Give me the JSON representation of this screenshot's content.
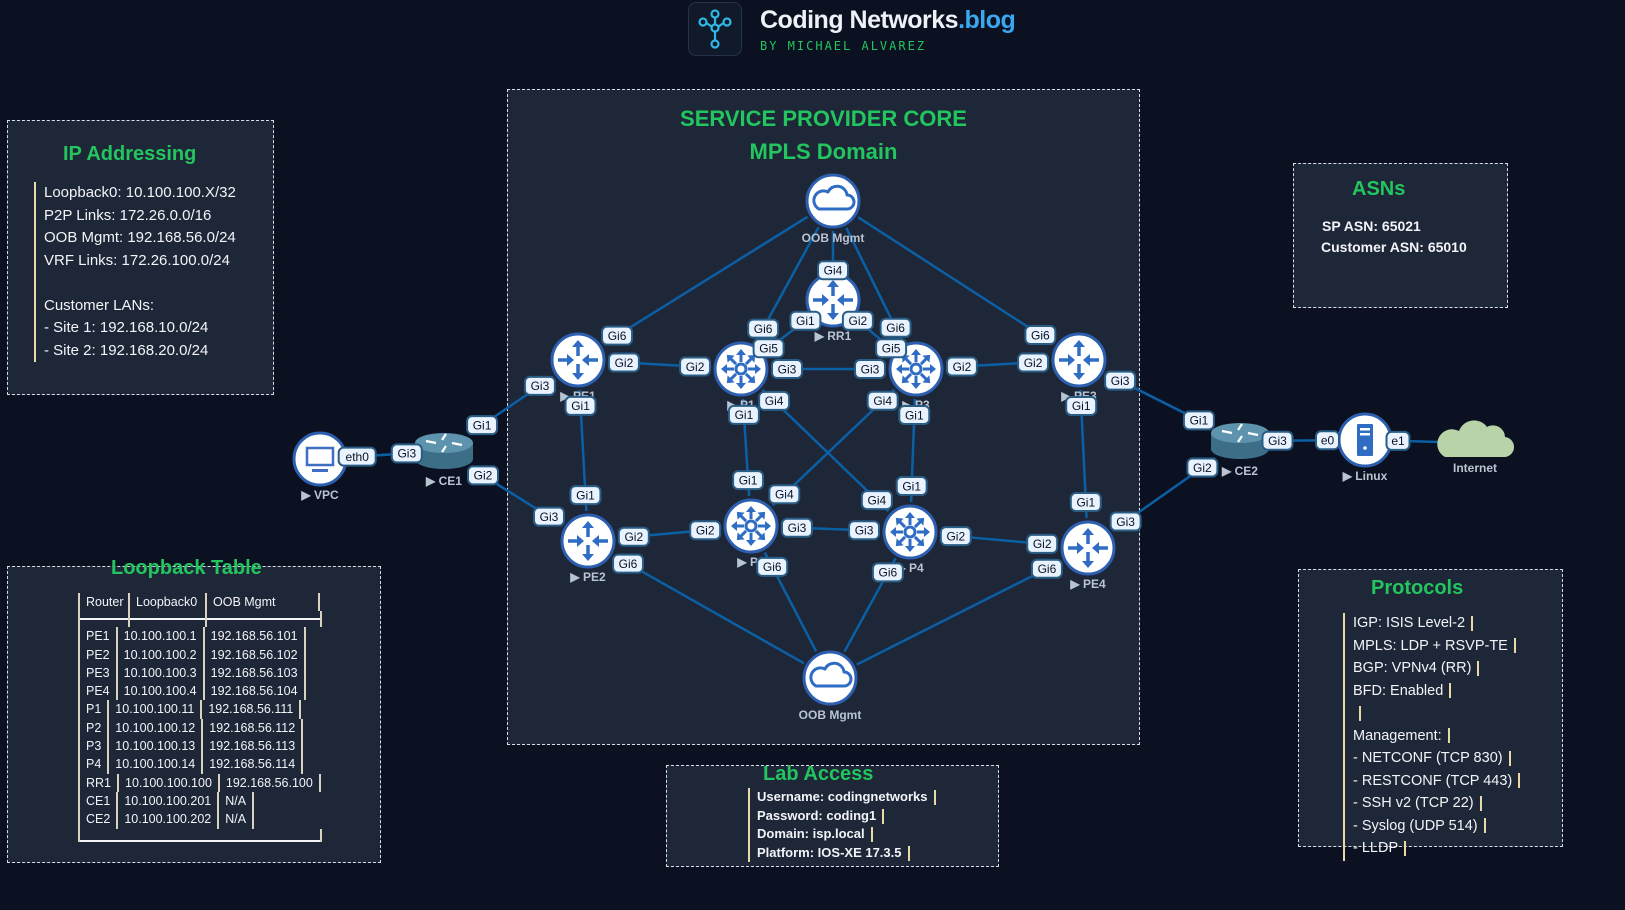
{
  "header": {
    "brand_main": "Coding Networks",
    "brand_suffix": ".blog",
    "byline": "BY MICHAEL ALVAREZ",
    "logo_icon": "network-topology-icon"
  },
  "ip_addressing": {
    "title": "IP Addressing",
    "lines": [
      "Loopback0: 10.100.100.X/32",
      "P2P Links: 172.26.0.0/16",
      "OOB Mgmt: 192.168.56.0/24",
      "VRF Links: 172.26.100.0/24",
      "",
      "Customer LANs:",
      "- Site 1: 192.168.10.0/24",
      "- Site 2: 192.168.20.0/24"
    ]
  },
  "loopback_table": {
    "title": "Loopback Table",
    "columns": [
      "Router",
      "Loopback0",
      "OOB Mgmt"
    ],
    "rows": [
      [
        "PE1",
        "10.100.100.1",
        "192.168.56.101"
      ],
      [
        "PE2",
        "10.100.100.2",
        "192.168.56.102"
      ],
      [
        "PE3",
        "10.100.100.3",
        "192.168.56.103"
      ],
      [
        "PE4",
        "10.100.100.4",
        "192.168.56.104"
      ],
      [
        "P1",
        "10.100.100.11",
        "192.168.56.111"
      ],
      [
        "P2",
        "10.100.100.12",
        "192.168.56.112"
      ],
      [
        "P3",
        "10.100.100.13",
        "192.168.56.113"
      ],
      [
        "P4",
        "10.100.100.14",
        "192.168.56.114"
      ],
      [
        "RR1",
        "10.100.100.100",
        "192.168.56.100"
      ],
      [
        "CE1",
        "10.100.100.201",
        "N/A"
      ],
      [
        "CE2",
        "10.100.100.202",
        "N/A"
      ]
    ]
  },
  "core": {
    "title": "SERVICE PROVIDER CORE",
    "subtitle": "MPLS Domain"
  },
  "asns": {
    "title": "ASNs",
    "lines": [
      "SP ASN: 65021",
      "Customer ASN: 65010"
    ]
  },
  "protocols": {
    "title": "Protocols",
    "lines": [
      "IGP: ISIS Level-2",
      "MPLS: LDP + RSVP-TE",
      "BGP: VPNv4 (RR)",
      "BFD: Enabled",
      "",
      "Management:",
      "- NETCONF (TCP 830)",
      "- RESTCONF (TCP 443)",
      "- SSH v2 (TCP 22)",
      "- Syslog (UDP 514)",
      "- LLDP"
    ]
  },
  "lab_access": {
    "title": "Lab Access",
    "lines": [
      "Username: codingnetworks",
      "Password: coding1",
      "Domain: isp.local",
      "Platform: IOS-XE 17.3.5"
    ]
  },
  "topology": {
    "nodes": [
      {
        "id": "oob1",
        "label": "OOB Mgmt",
        "type": "cloud-mgmt",
        "running": false
      },
      {
        "id": "oob2",
        "label": "OOB Mgmt",
        "type": "cloud-mgmt",
        "running": false
      },
      {
        "id": "rr1",
        "label": "RR1",
        "type": "router",
        "running": true
      },
      {
        "id": "pe1",
        "label": "PE1",
        "type": "router",
        "running": true
      },
      {
        "id": "pe2",
        "label": "PE2",
        "type": "router",
        "running": true
      },
      {
        "id": "pe3",
        "label": "PE3",
        "type": "router",
        "running": true
      },
      {
        "id": "pe4",
        "label": "PE4",
        "type": "router",
        "running": true
      },
      {
        "id": "p1",
        "label": "P1",
        "type": "switch",
        "running": true
      },
      {
        "id": "p2",
        "label": "P2",
        "type": "switch",
        "running": true
      },
      {
        "id": "p3",
        "label": "P3",
        "type": "switch",
        "running": true
      },
      {
        "id": "p4",
        "label": "P4",
        "type": "switch",
        "running": true
      },
      {
        "id": "ce1",
        "label": "CE1",
        "type": "cisco-router",
        "running": true
      },
      {
        "id": "ce2",
        "label": "CE2",
        "type": "cisco-router",
        "running": true
      },
      {
        "id": "vpc",
        "label": "VPC",
        "type": "pc",
        "running": true
      },
      {
        "id": "linux",
        "label": "Linux",
        "type": "server",
        "running": true
      },
      {
        "id": "internet",
        "label": "Internet",
        "type": "cloud-internet",
        "running": false
      }
    ],
    "links": [
      {
        "a": "pe1",
        "ap": "Gi6",
        "b": "oob1",
        "bp": ""
      },
      {
        "a": "p1",
        "ap": "Gi6",
        "b": "oob1",
        "bp": ""
      },
      {
        "a": "rr1",
        "ap": "Gi4",
        "b": "oob1",
        "bp": ""
      },
      {
        "a": "p3",
        "ap": "Gi6",
        "b": "oob1",
        "bp": ""
      },
      {
        "a": "pe3",
        "ap": "Gi6",
        "b": "oob1",
        "bp": ""
      },
      {
        "a": "rr1",
        "ap": "Gi1",
        "b": "p1",
        "bp": "Gi5"
      },
      {
        "a": "rr1",
        "ap": "Gi2",
        "b": "p3",
        "bp": "Gi5"
      },
      {
        "a": "pe1",
        "ap": "Gi2",
        "b": "p1",
        "bp": "Gi2"
      },
      {
        "a": "p1",
        "ap": "Gi3",
        "b": "p3",
        "bp": "Gi3"
      },
      {
        "a": "p3",
        "ap": "Gi2",
        "b": "pe3",
        "bp": "Gi2"
      },
      {
        "a": "pe1",
        "ap": "Gi1",
        "b": "pe2",
        "bp": "Gi1"
      },
      {
        "a": "p1",
        "ap": "Gi1",
        "b": "p2",
        "bp": "Gi1"
      },
      {
        "a": "p3",
        "ap": "Gi1",
        "b": "p4",
        "bp": "Gi1"
      },
      {
        "a": "pe3",
        "ap": "Gi1",
        "b": "pe4",
        "bp": "Gi1"
      },
      {
        "a": "p1",
        "ap": "Gi4",
        "b": "p4",
        "bp": "Gi4"
      },
      {
        "a": "p3",
        "ap": "Gi4",
        "b": "p2",
        "bp": "Gi4"
      },
      {
        "a": "pe2",
        "ap": "Gi2",
        "b": "p2",
        "bp": "Gi2"
      },
      {
        "a": "p2",
        "ap": "Gi3",
        "b": "p4",
        "bp": "Gi3"
      },
      {
        "a": "p4",
        "ap": "Gi2",
        "b": "pe4",
        "bp": "Gi2"
      },
      {
        "a": "pe2",
        "ap": "Gi6",
        "b": "oob2",
        "bp": ""
      },
      {
        "a": "p2",
        "ap": "Gi6",
        "b": "oob2",
        "bp": ""
      },
      {
        "a": "p4",
        "ap": "Gi6",
        "b": "oob2",
        "bp": ""
      },
      {
        "a": "pe4",
        "ap": "Gi6",
        "b": "oob2",
        "bp": ""
      },
      {
        "a": "ce1",
        "ap": "Gi1",
        "b": "pe1",
        "bp": "Gi3"
      },
      {
        "a": "ce1",
        "ap": "Gi2",
        "b": "pe2",
        "bp": "Gi3"
      },
      {
        "a": "vpc",
        "ap": "eth0",
        "b": "ce1",
        "bp": "Gi3"
      },
      {
        "a": "ce2",
        "ap": "Gi1",
        "b": "pe3",
        "bp": "Gi3"
      },
      {
        "a": "ce2",
        "ap": "Gi2",
        "b": "pe4",
        "bp": "Gi3"
      },
      {
        "a": "ce2",
        "ap": "Gi3",
        "b": "linux",
        "bp": "e0"
      },
      {
        "a": "linux",
        "ap": "e1",
        "b": "internet",
        "bp": ""
      }
    ]
  },
  "colors": {
    "background": "#0b1120",
    "panel": "#1e2738",
    "accent_green": "#22c55e",
    "link_blue": "#0b5fa5",
    "icon_blue": "#2f6cc4",
    "brand_blue": "#38a9f0"
  }
}
